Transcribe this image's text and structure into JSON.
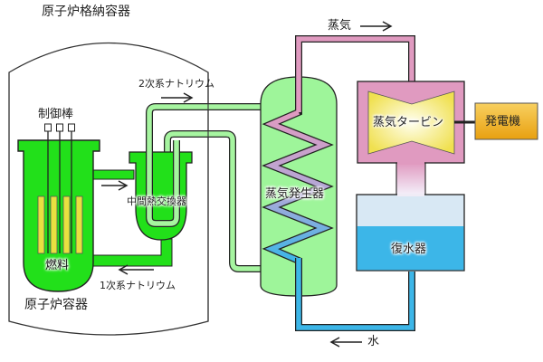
{
  "diagram": {
    "title": "原子炉格納容器",
    "labels": {
      "control_rods": "制御棒",
      "secondary_sodium": "2次系ナトリウム",
      "intermediate_hx": "中間熱交換器",
      "fuel": "燃料",
      "primary_sodium": "1次系ナトリウム",
      "reactor_vessel": "原子炉容器",
      "steam": "蒸気",
      "steam_generator": "蒸気発生器",
      "steam_turbine": "蒸気タービン",
      "generator": "発電機",
      "condenser": "復水器",
      "water": "水"
    },
    "colors": {
      "primary_sodium": "#22e01a",
      "secondary_sodium": "#a6f5a0",
      "steam_generator_body": "#9ef59a",
      "steam": "#e09ac0",
      "water": "#3cb6e8",
      "condenser_empty": "#d8e8f4",
      "fuel": "#e8e040",
      "generator": "#f0b020"
    }
  }
}
